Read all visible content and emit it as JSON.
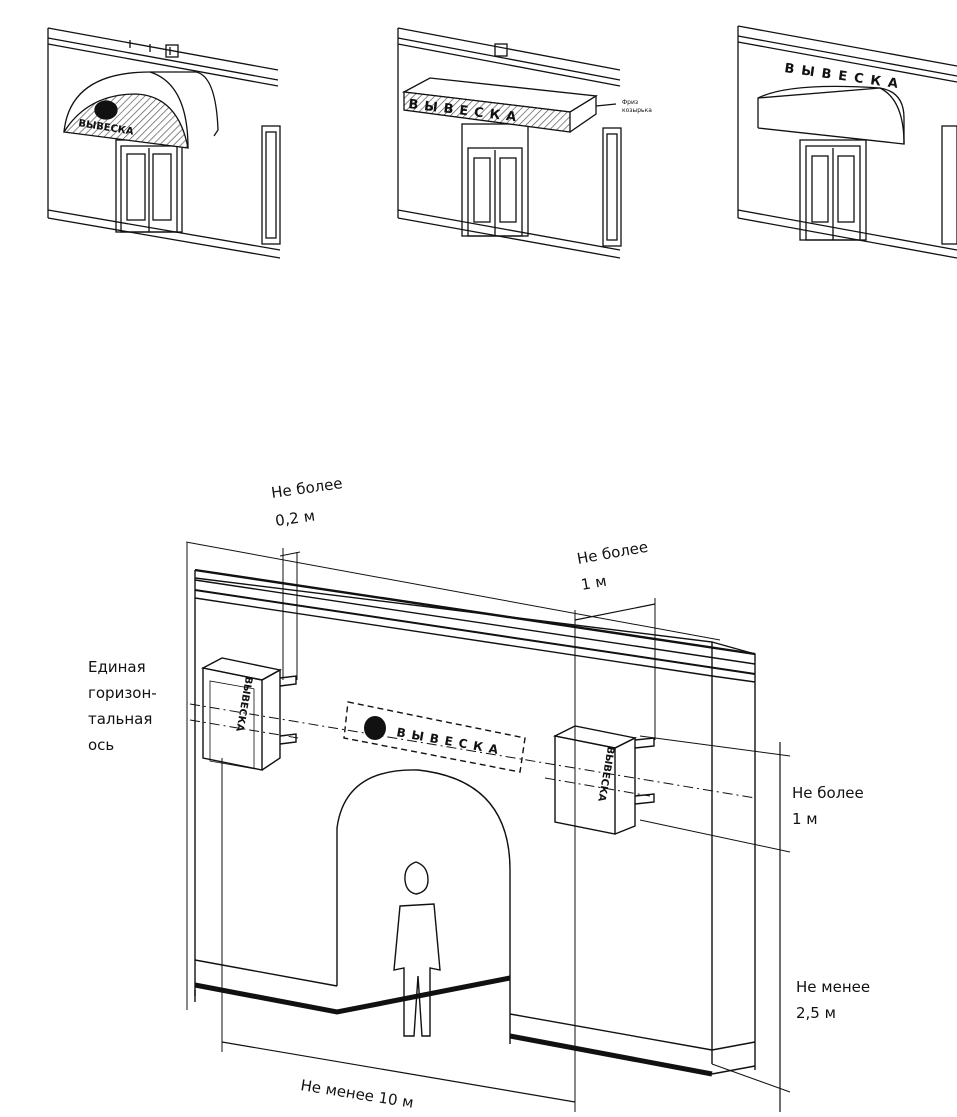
{
  "sign_text": "ВЫВЕСКА",
  "sign_letters": [
    "В",
    "Ы",
    "В",
    "Е",
    "С",
    "К",
    "А"
  ],
  "panels": [
    {
      "id": "awning-arched",
      "sign_text": "ВЫВЕСКА"
    },
    {
      "id": "canopy-frieze",
      "sign_text": "ВЫВЕСКА",
      "callout_line1": "Фриз",
      "callout_line2": "козырька"
    },
    {
      "id": "letters-above-awning",
      "sign_text": "ВЫВЕСКА"
    }
  ],
  "labels": {
    "top_gap_line1": "Не более",
    "top_gap_line2": "0,2 м",
    "right_gap_line1": "Не более",
    "right_gap_line2": "1 м",
    "axis_line1": "Единая",
    "axis_line2": "горизон-",
    "axis_line3": "тальная",
    "axis_line4": "ось",
    "height_line1": "Не более",
    "height_line2": "1 м",
    "min_height_line1": "Не менее",
    "min_height_line2": "2,5 м",
    "min_width": "Не менее 10 м"
  },
  "colors": {
    "ink": "#111111",
    "hatch": "#555555",
    "paper": "#ffffff"
  }
}
